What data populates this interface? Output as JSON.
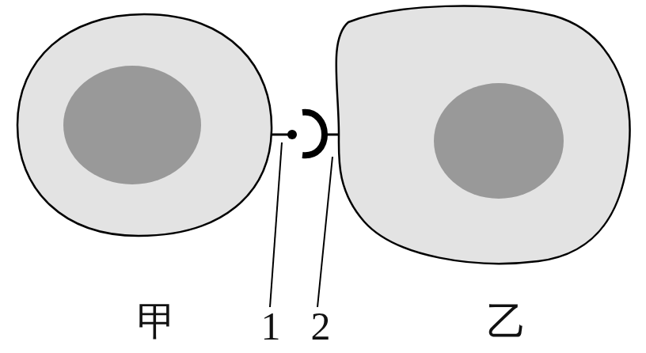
{
  "diagram": {
    "labels": [
      "甲",
      "1",
      "2",
      "乙"
    ]
  }
}
